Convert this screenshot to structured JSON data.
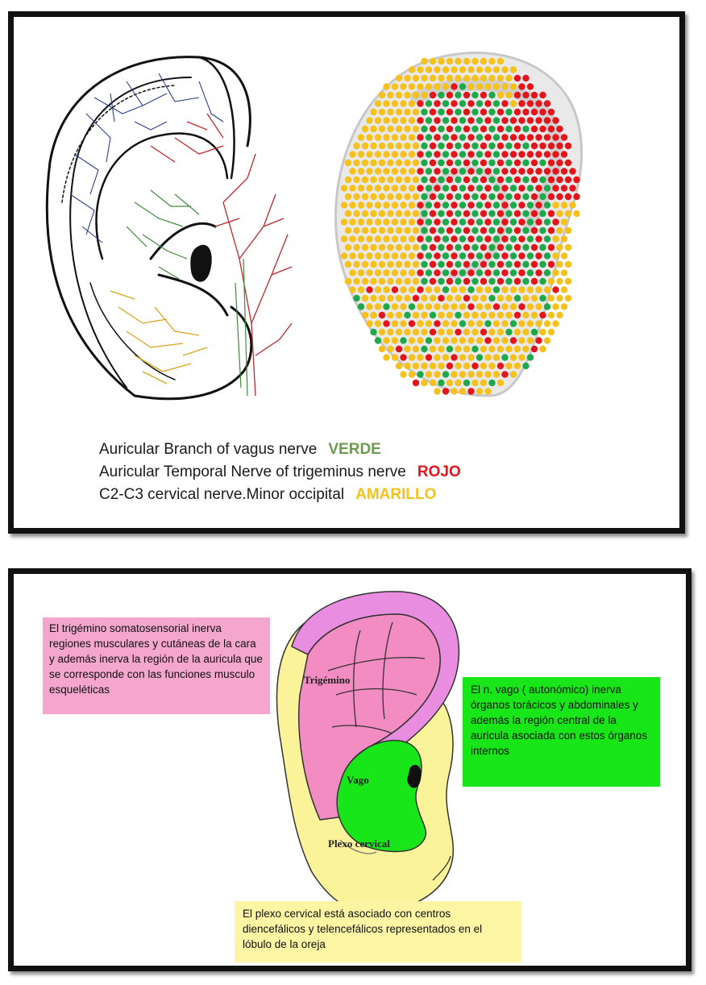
{
  "legend": [
    {
      "text": "Auricular Branch of vagus nerve",
      "tag": "VERDE",
      "color": "#6e9a4e"
    },
    {
      "text": "Auricular Temporal Nerve of trigeminus nerve",
      "tag": "ROJO",
      "color": "#e5141b"
    },
    {
      "text": "C2-C3  cervical nerve.Minor occipital",
      "tag": "AMARILLO",
      "color": "#f6c11c"
    }
  ],
  "ear_labels": {
    "trigemino": "Trigémino",
    "vago": "Vago",
    "plexo": "Plexo cervical"
  },
  "notes": {
    "trigemino": "El trigémino somatosensorial inerva regiones musculares y cutáneas de la cara y además inerva la región de la auricula que se corresponde con las funciones musculo esqueléticas",
    "vago": "El n. vago ( autonómico) inerva órganos torácicos y abdominales y además la región central de la auricula asociada con estos órganos internos",
    "plexo": "El plexo  cervical está asociado con centros diencefálicos y telencefálicos  representados en el lóbulo de la oreja"
  },
  "colors": {
    "green": "#1fa84a",
    "red": "#e5141b",
    "yellow": "#f6c11c",
    "pink": "#f28cc2",
    "violet": "#e98de0",
    "bright_green": "#19e619",
    "lobe_yellow": "#fbf39a"
  }
}
